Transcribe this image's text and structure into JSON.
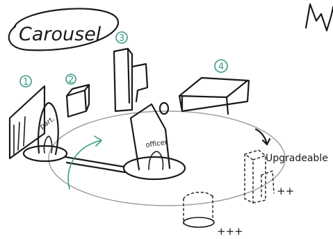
{
  "title": "Carousel",
  "markers": [
    "1",
    "2",
    "3",
    "4"
  ],
  "labels": {
    "part": "part.",
    "officer": "officer",
    "upgradeable": "Upgradeable",
    "plus_right": "++",
    "plus_bottom": "+++"
  },
  "colors": {
    "ink": "#1a1a1a",
    "accent": "#3b9a86"
  }
}
